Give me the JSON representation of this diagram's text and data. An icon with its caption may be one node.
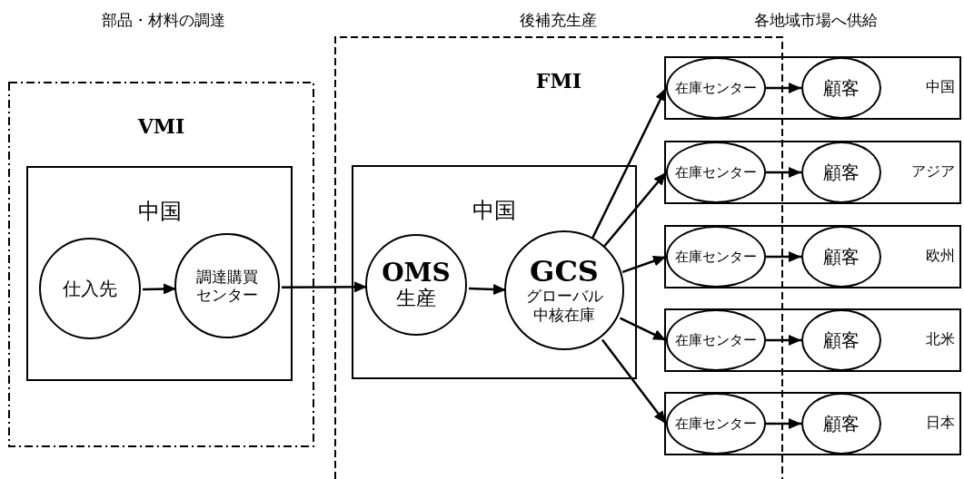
{
  "diagram": {
    "nodes": [
      {
        "text": [
          "VMI"
        ]
      },
      {
        "text": [
          "中国"
        ],
        "in": 0
      },
      {
        "text": [
          "仕入先"
        ],
        "in": 1
      },
      {
        "text": [
          "調達購買センター"
        ],
        "in": 1
      },
      {
        "text": [
          "FMI"
        ]
      },
      {
        "text": [
          "中国"
        ],
        "in": 4
      },
      {
        "text": [
          "OMS",
          "生産"
        ],
        "in": 5
      },
      {
        "text": [
          "GCS",
          "グローバル中核在庫"
        ],
        "in": 5
      },
      {
        "text": [
          "中国"
        ]
      },
      {
        "text": [
          "在庫センター"
        ]
      },
      {
        "text": [
          "顧客"
        ],
        "in": 8
      },
      {
        "text": [
          "アジア"
        ]
      },
      {
        "text": [
          "在庫センター"
        ]
      },
      {
        "text": [
          "顧客"
        ],
        "in": 11
      },
      {
        "text": [
          "欧州"
        ]
      },
      {
        "text": [
          "在庫センター"
        ]
      },
      {
        "text": [
          "顧客"
        ],
        "in": 14
      },
      {
        "text": [
          "北米"
        ]
      },
      {
        "text": [
          "在庫センター"
        ]
      },
      {
        "text": [
          "顧客"
        ],
        "in": 17
      },
      {
        "text": [
          "日本"
        ]
      },
      {
        "text": [
          "在庫センター"
        ]
      },
      {
        "text": [
          "顧客"
        ],
        "in": 20
      }
    ],
    "edges": [
      {
        "from": 2,
        "to": 3,
        "arrow": "to"
      },
      {
        "from": 3,
        "to": 6,
        "arrow": "to"
      },
      {
        "from": 6,
        "to": 7,
        "arrow": "to"
      },
      {
        "from": 7,
        "to": 9,
        "arrow": "to"
      },
      {
        "from": 7,
        "to": 12,
        "arrow": "to"
      },
      {
        "from": 7,
        "to": 15,
        "arrow": "to"
      },
      {
        "from": 7,
        "to": 18,
        "arrow": "to"
      },
      {
        "from": 7,
        "to": 21,
        "arrow": "to"
      },
      {
        "from": 9,
        "to": 10,
        "arrow": "to"
      },
      {
        "from": 12,
        "to": 13,
        "arrow": "to"
      },
      {
        "from": 15,
        "to": 16,
        "arrow": "to"
      },
      {
        "from": 18,
        "to": 19,
        "arrow": "to"
      },
      {
        "from": 21,
        "to": 22,
        "arrow": "to"
      }
    ],
    "labels": [
      "部品・材料の調達",
      "後補充生産",
      "各地域市場へ供給"
    ]
  }
}
